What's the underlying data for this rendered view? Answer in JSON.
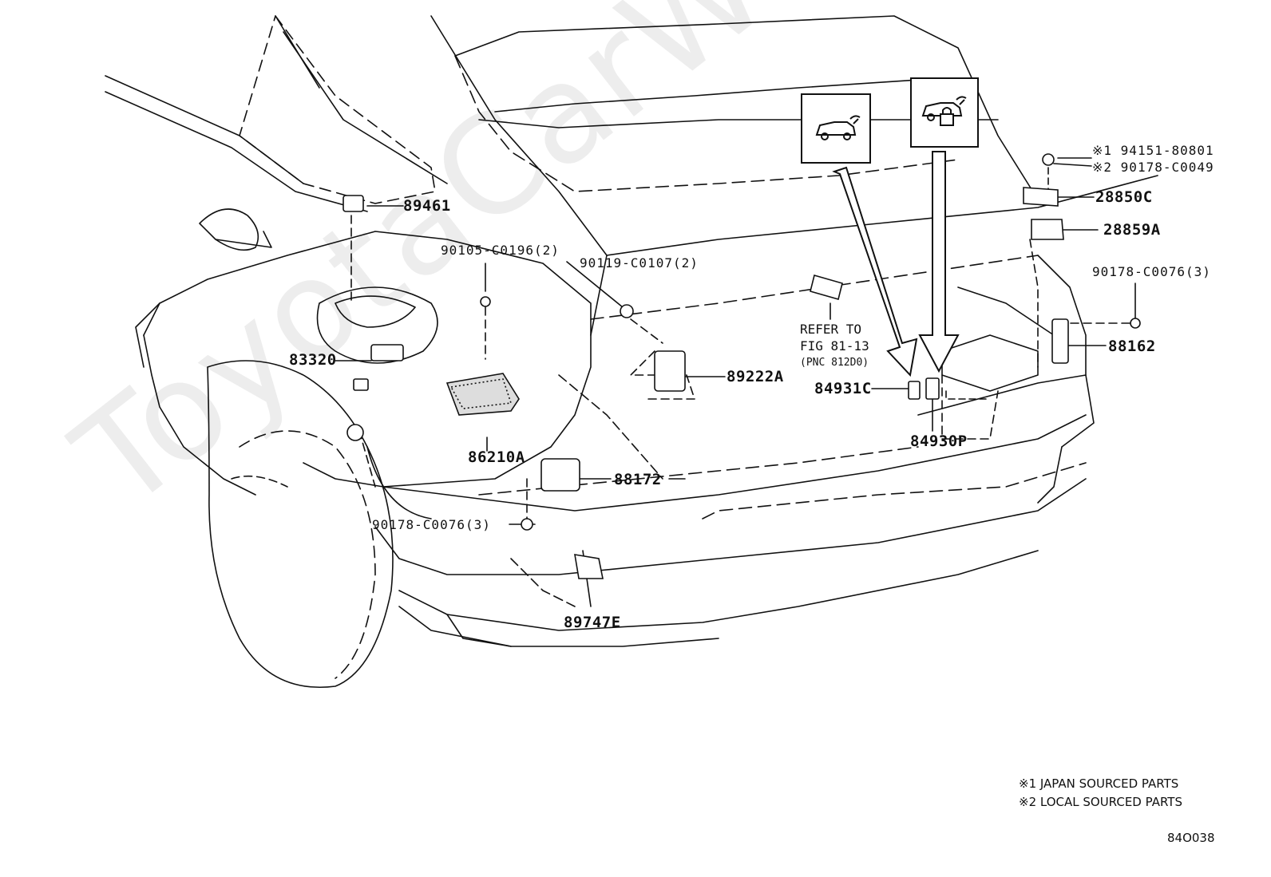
{
  "diagram": {
    "watermark": "ToyotaCarWiper.ru",
    "parts": {
      "p89461": "89461",
      "p90105": "90105-C0196(2)",
      "p90119": "90119-C0107(2)",
      "p83320": "83320",
      "p89222A": "89222A",
      "p86210A": "86210A",
      "p88172": "88172",
      "p90178a": "90178-C0076(3)",
      "p89747E": "89747E",
      "p84931C": "84931C",
      "p84930P": "84930P",
      "p90178b": "90178-C0076(3)",
      "p88162": "88162",
      "p28850C": "28850C",
      "p28859A": "28859A",
      "p94151": "※1 94151-80801",
      "p90178c": "※2 90178-C0049"
    },
    "refer": {
      "line1": "REFER TO",
      "line2": "FIG 81-13",
      "line3": "(PNC 812D0)"
    },
    "notes": {
      "note1": "※1 JAPAN SOURCED PARTS",
      "note2": "※2 LOCAL SOURCED PARTS"
    },
    "figure_code": "84O038",
    "icons": {
      "icon1": "vehicle-back-door-icon",
      "icon2": "vehicle-lock-icon"
    }
  }
}
